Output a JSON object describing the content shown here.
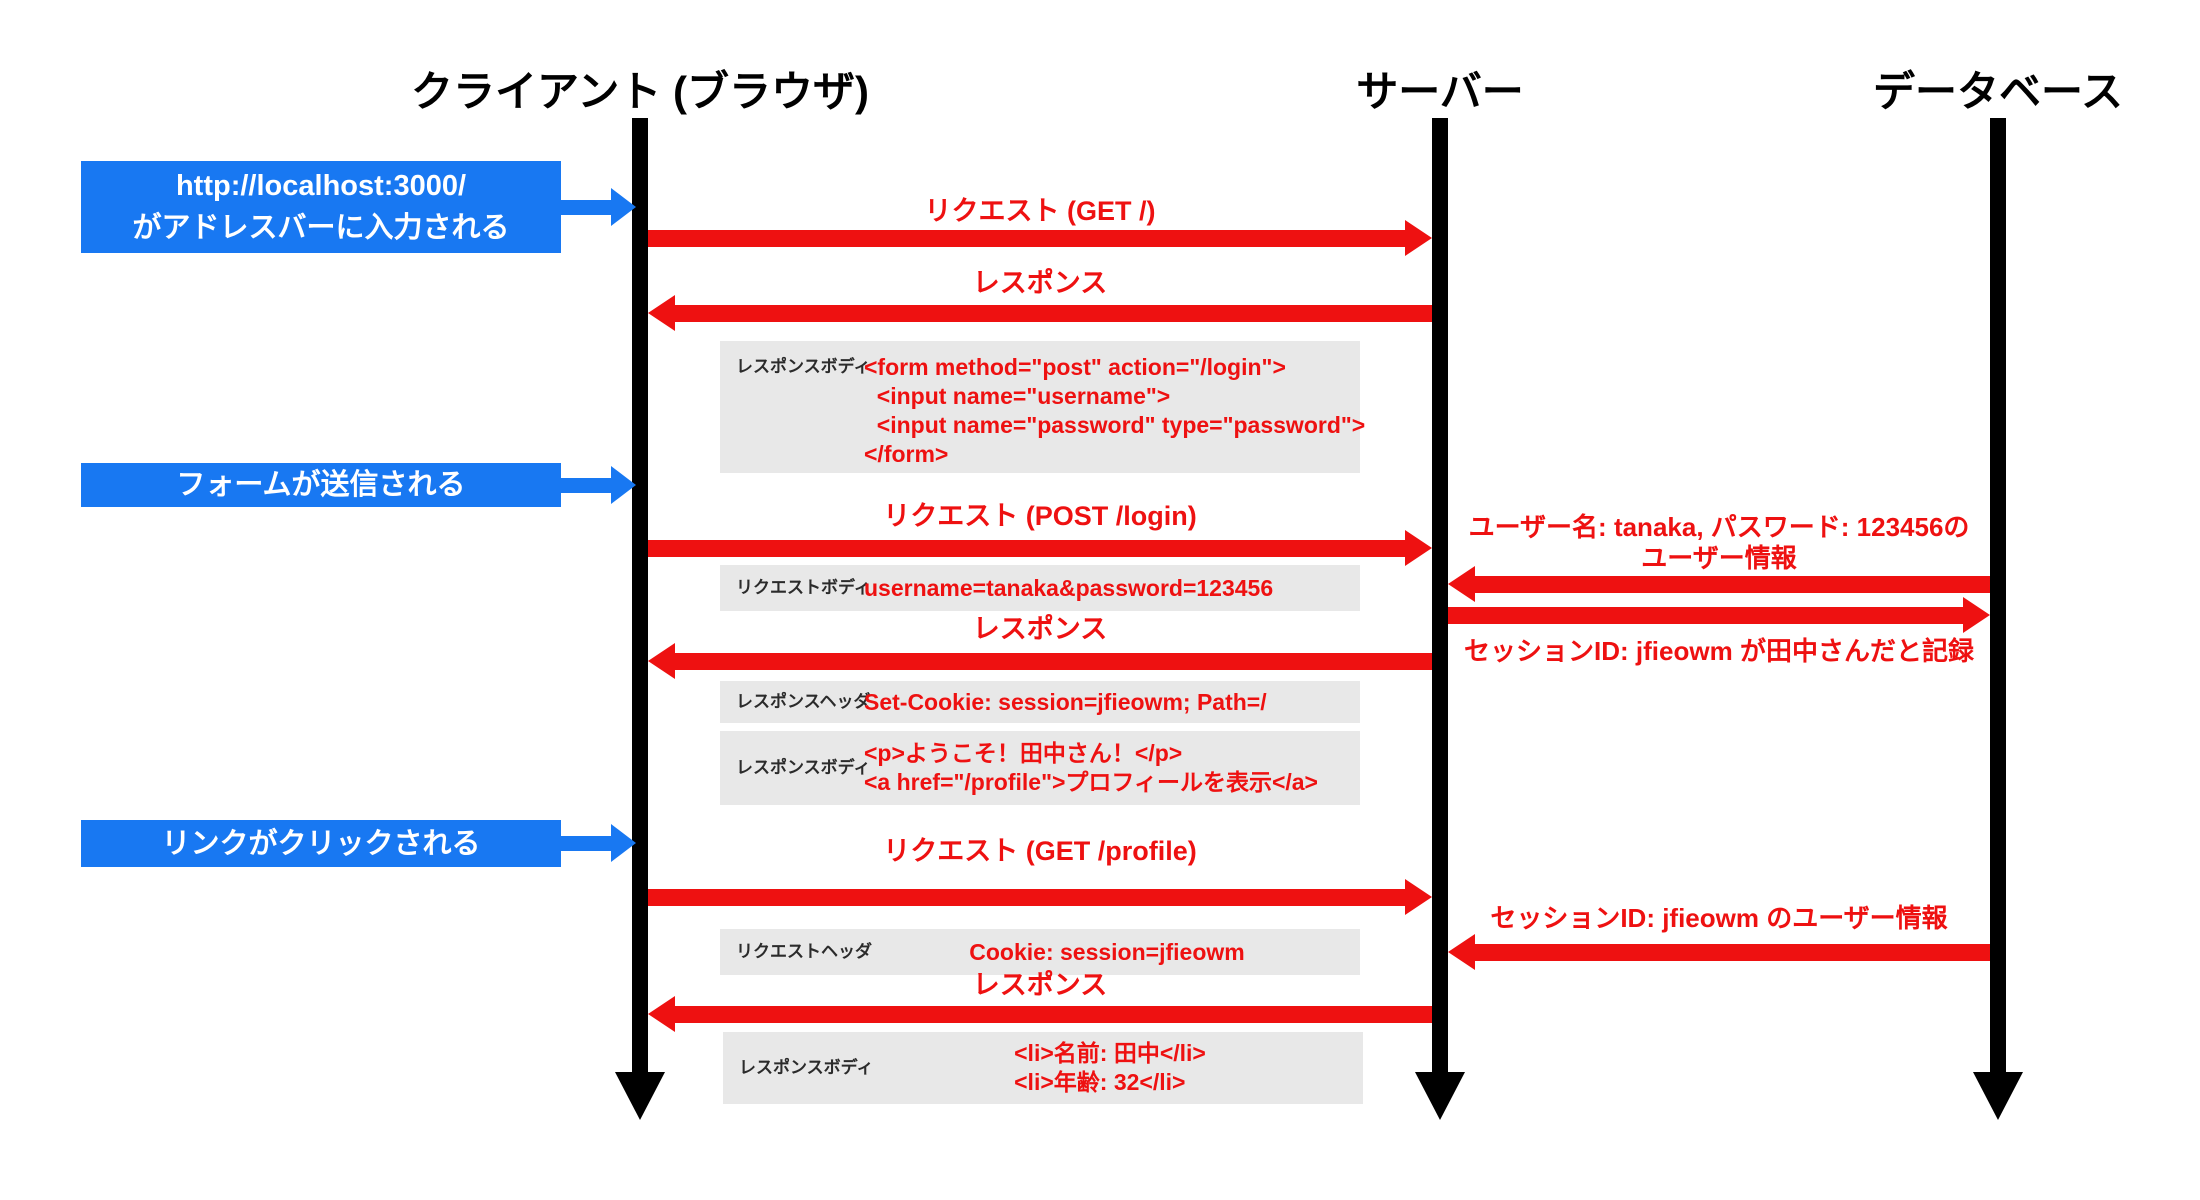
{
  "colors": {
    "accent_red": "#ee1111",
    "accent_blue": "#1878f2",
    "payload_gray": "#e8e8e8",
    "lifeline_black": "#000000"
  },
  "actors": [
    {
      "label": "クライアント (ブラウザ)"
    },
    {
      "label": "サーバー"
    },
    {
      "label": "データベース"
    }
  ],
  "browser_events": [
    {
      "line1": "http://localhost:3000/",
      "line2": "がアドレスバーに入力される"
    },
    {
      "line1": "フォームが送信される"
    },
    {
      "line1": "リンクがクリックされる"
    }
  ],
  "client_server_messages": [
    {
      "label": "リクエスト (GET /)",
      "direction": "right"
    },
    {
      "label": "レスポンス",
      "direction": "left"
    },
    {
      "label": "リクエスト (POST /login)",
      "direction": "right"
    },
    {
      "label": "レスポンス",
      "direction": "left"
    },
    {
      "label": "リクエスト (GET /profile)",
      "direction": "right"
    },
    {
      "label": "レスポンス",
      "direction": "left"
    }
  ],
  "payloads": [
    {
      "label": "レスポンスボディ",
      "code": [
        "<form method=\"post\" action=\"/login\">",
        "  <input name=\"username\">",
        "  <input name=\"password\" type=\"password\">",
        "</form>"
      ]
    },
    {
      "label": "リクエストボディ",
      "code": [
        "username=tanaka&password=123456"
      ]
    },
    {
      "label": "レスポンスヘッダ",
      "code": [
        "Set-Cookie: session=jfieowm; Path=/"
      ]
    },
    {
      "label": "レスポンスボディ",
      "code": [
        "<p>ようこそ！田中さん！</p>",
        "<a href=\"/profile\">プロフィールを表示</a>"
      ]
    },
    {
      "label": "リクエストヘッダ",
      "code": [
        "Cookie: session=jfieowm"
      ]
    },
    {
      "label": "レスポンスボディ",
      "code": [
        "<li>名前: 田中</li>",
        "<li>年齢: 32</li>"
      ]
    }
  ],
  "server_db_messages": [
    {
      "line1": "ユーザー名: tanaka, パスワード: 123456の",
      "line2": "ユーザー情報",
      "direction": "left"
    },
    {
      "line1": "セッションID: jfieowm が田中さんだと記録",
      "direction": "right"
    },
    {
      "line1": "セッションID: jfieowm のユーザー情報",
      "direction": "left"
    }
  ]
}
